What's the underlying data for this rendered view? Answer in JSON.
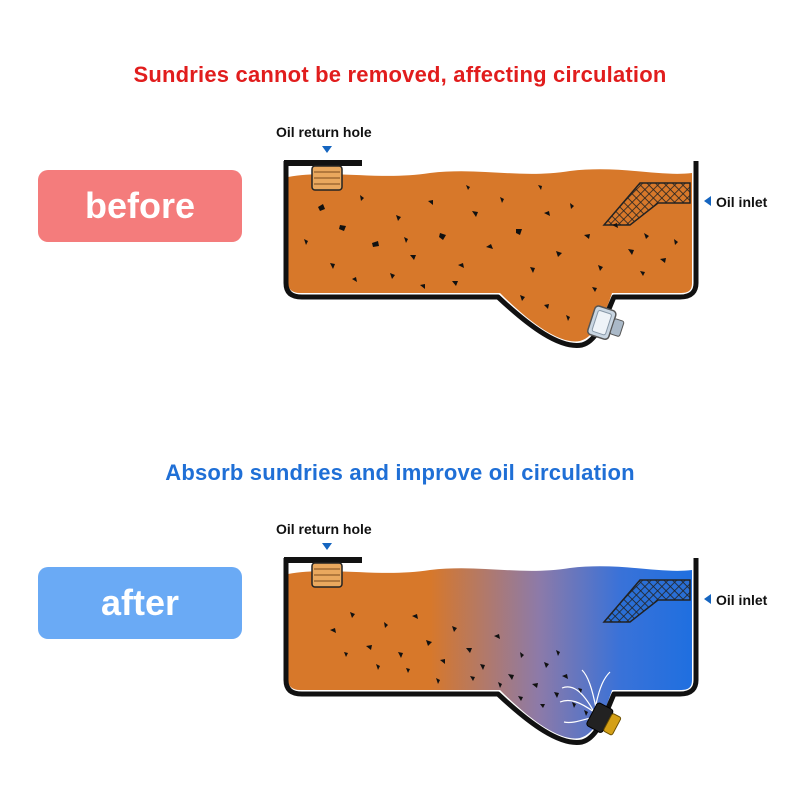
{
  "top": {
    "heading": "Sundries cannot be removed, affecting circulation",
    "badge": "before",
    "return_label": "Oil return hole",
    "inlet_label": "Oil inlet"
  },
  "bottom": {
    "heading": "Absorb sundries and improve oil circulation",
    "badge": "after",
    "return_label": "Oil return hole",
    "inlet_label": "Oil inlet"
  },
  "colors": {
    "before_heading": "#e11d1d",
    "after_heading": "#1f6fd6",
    "before_badge": "#f47c7c",
    "after_badge": "#6aaaf5",
    "oil": "#d7782a",
    "clean_oil": "#1f6fe0",
    "arrow": "#1565c0"
  },
  "icons": [
    "down-arrow-icon",
    "left-arrow-icon",
    "drain-plug-icon",
    "magnet-plug-icon",
    "mesh-filter-icon"
  ]
}
